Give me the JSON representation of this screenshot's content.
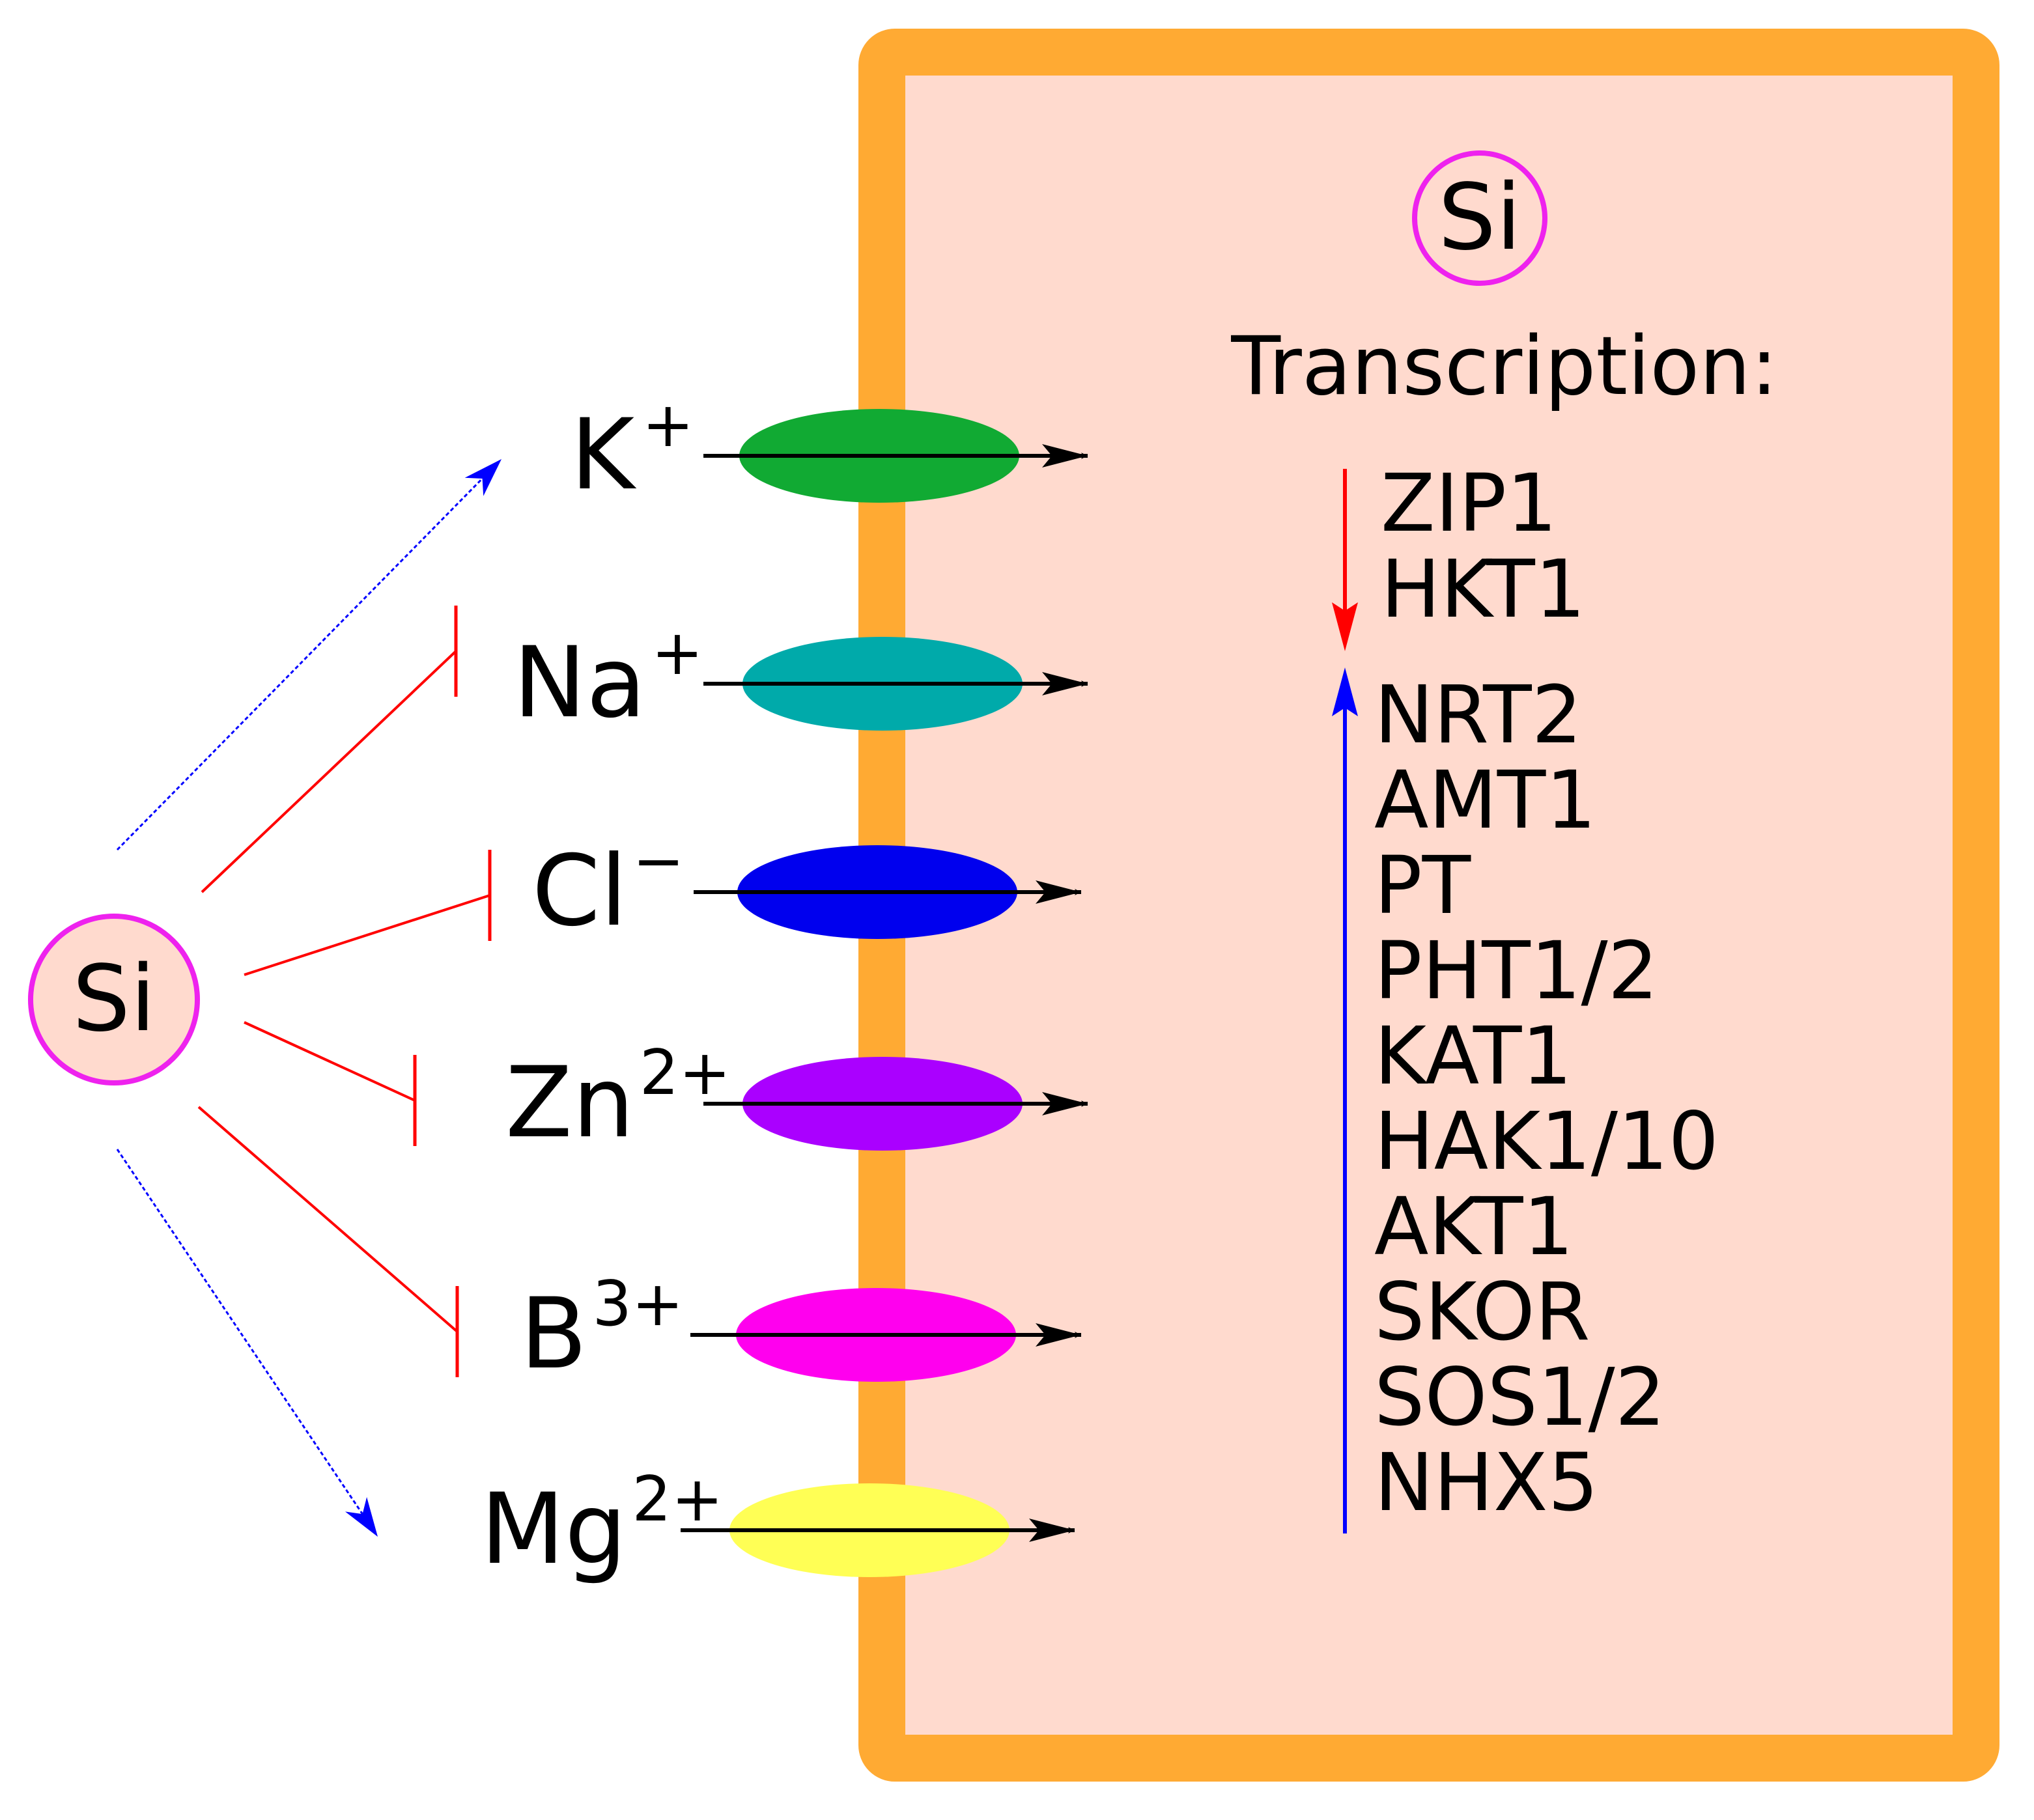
{
  "colors": {
    "cell_border": "#FFAA33",
    "cell_fill": "#FFDACE",
    "si_circle_stroke": "#EE22EE",
    "si_circle_fill": "#FFDACE",
    "promote": "#0000FF",
    "inhibit": "#FF0000",
    "down_arrow": "#FF0000",
    "up_arrow": "#0000FF",
    "flux_arrow": "#000000"
  },
  "external_si": {
    "label": "Si"
  },
  "cell": {
    "si_label": "Si",
    "transcription_label": "Transcription:",
    "downregulated": [
      "ZIP1",
      "HKT1"
    ],
    "upregulated": [
      "NRT2",
      "AMT1",
      "PT",
      "PHT1/2",
      "KAT1",
      "HAK1/10",
      "AKT1",
      "SKOR",
      "SOS1/2",
      "NHX5"
    ]
  },
  "ions": [
    {
      "base": "K",
      "charge": "+",
      "effect": "promote",
      "channel_color": "#11AA33"
    },
    {
      "base": "Na",
      "charge": "+",
      "effect": "inhibit",
      "channel_color": "#00AAAA"
    },
    {
      "base": "Cl",
      "charge": "−",
      "effect": "inhibit",
      "channel_color": "#0000EE"
    },
    {
      "base": "Zn",
      "charge": "2+",
      "effect": "inhibit",
      "channel_color": "#AA00FF"
    },
    {
      "base": "B",
      "charge": "3+",
      "effect": "inhibit",
      "channel_color": "#FF00EE"
    },
    {
      "base": "Mg",
      "charge": "2+",
      "effect": "promote",
      "channel_color": "#FFFF55"
    }
  ]
}
